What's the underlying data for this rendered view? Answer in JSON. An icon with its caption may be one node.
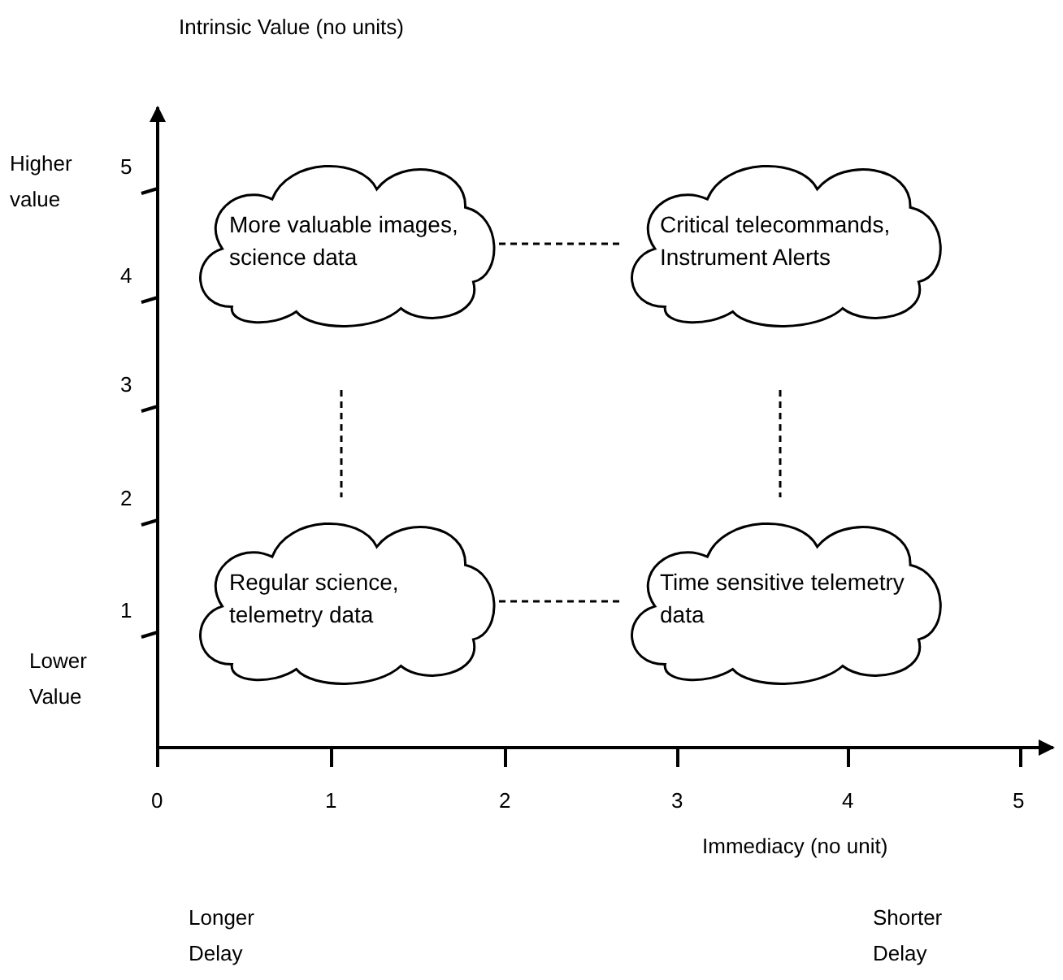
{
  "diagram": {
    "nodes": [
      {
        "text": [
          "More valuable images, science data"
        ]
      },
      {
        "text": [
          "Critical telecommands, Instrument Alerts"
        ]
      },
      {
        "text": [
          "Regular science, telemetry data"
        ]
      },
      {
        "text": [
          "Time sensitive telemetry data"
        ]
      }
    ],
    "edges": [
      {
        "from": 0,
        "to": 1,
        "arrow": "none",
        "style": "dashed"
      },
      {
        "from": 0,
        "to": 2,
        "arrow": "none",
        "style": "dashed"
      },
      {
        "from": 1,
        "to": 3,
        "arrow": "none",
        "style": "dashed"
      },
      {
        "from": 2,
        "to": 3,
        "arrow": "none",
        "style": "dashed"
      }
    ],
    "labels": [
      "Intrinsic Value (no units)",
      "Higher value",
      "5",
      "4",
      "3",
      "2",
      "1",
      "Lower Value",
      "0",
      "1",
      "2",
      "3",
      "4",
      "5",
      "Immediacy (no unit)",
      "Longer Delay",
      "Shorter Delay"
    ]
  }
}
